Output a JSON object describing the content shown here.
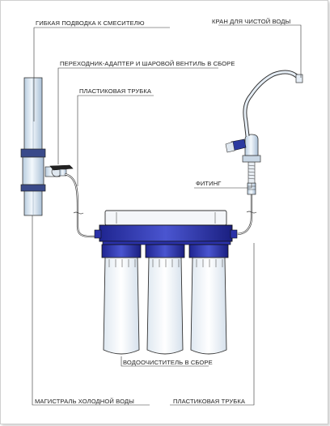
{
  "labels": {
    "flex_hose": "ГИБКАЯ ПОДВОДКА К СМЕСИТЕЛЮ",
    "clean_tap": "КРАН ДЛЯ ЧИСТОЙ ВОДЫ",
    "adapter_valve": "ПЕРЕХОДНИК-АДАПТЕР И ШАРОВОЙ ВЕНТИЛЬ В СБОРЕ",
    "plastic_tube_top": "ПЛАСТИКОВАЯ ТРУБКА",
    "fitting": "ФИТИНГ",
    "purifier": "ВОДООЧИСТИТЕЛЬ В СБОРЕ",
    "cold_main": "МАГИСТРАЛЬ ХОЛОДНОЙ ВОДЫ",
    "plastic_tube_bottom": "ПЛАСТИКОВАЯ ТРУБКА"
  },
  "colors": {
    "line": "#2a2a2a",
    "pipe_blue": "#d9e6f2",
    "cap_blue": "#2a31a8",
    "housing": "#eef3f8"
  }
}
